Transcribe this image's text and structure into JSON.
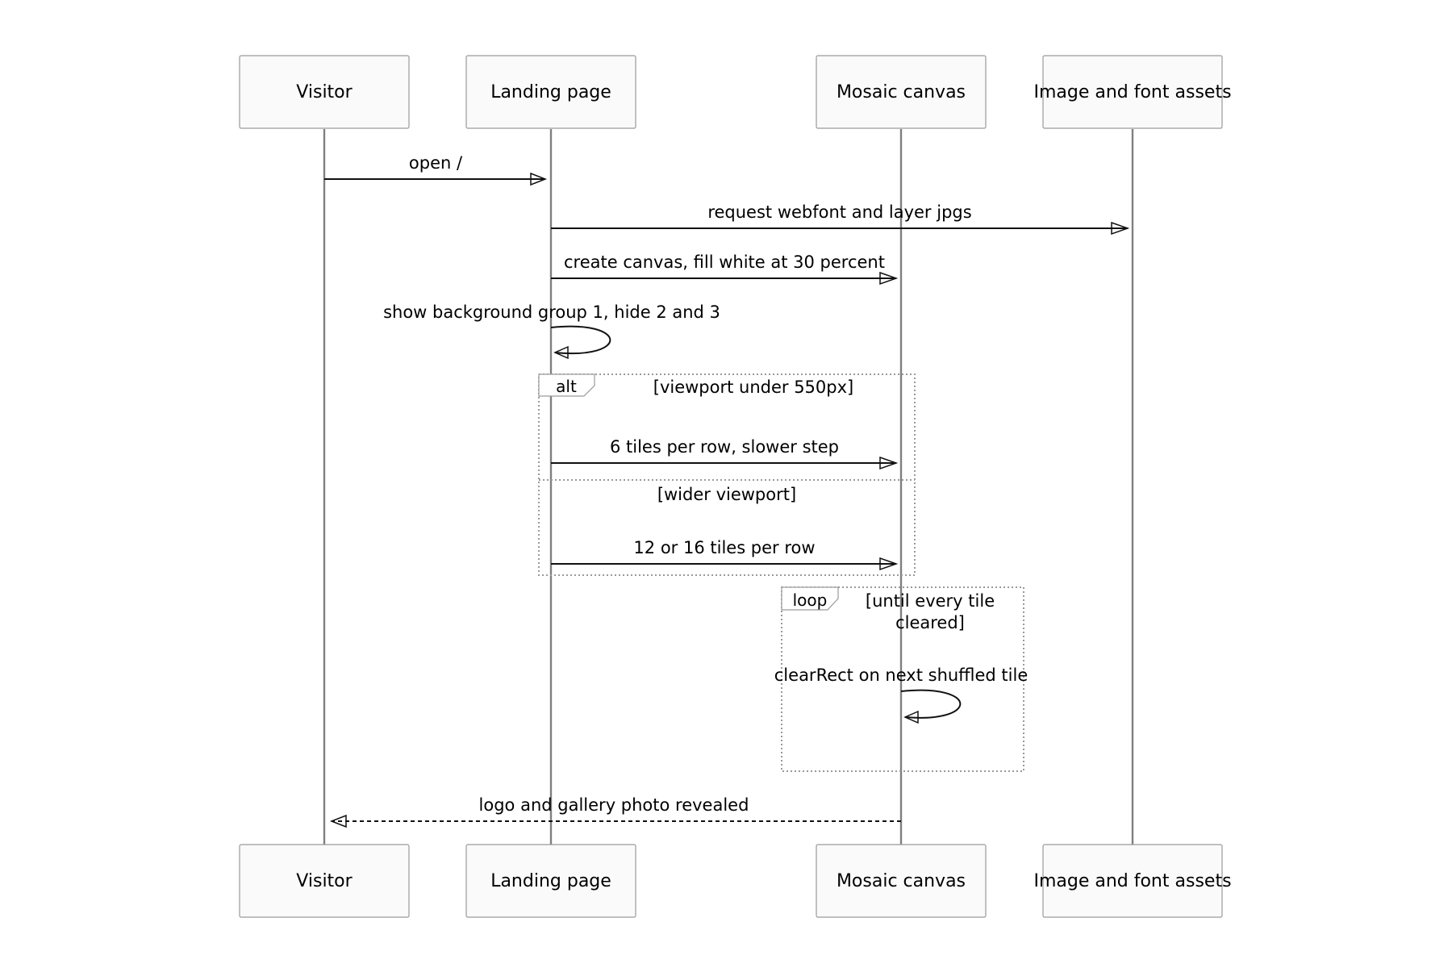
{
  "participants": [
    {
      "id": "visitor",
      "label": "Visitor"
    },
    {
      "id": "landing",
      "label": "Landing page"
    },
    {
      "id": "canvas",
      "label": "Mosaic canvas"
    },
    {
      "id": "assets",
      "label": "Image and font assets"
    }
  ],
  "messages": [
    {
      "from": "visitor",
      "to": "landing",
      "text": "open /",
      "style": "solid"
    },
    {
      "from": "landing",
      "to": "assets",
      "text": "request webfont and layer jpgs",
      "style": "solid"
    },
    {
      "from": "landing",
      "to": "canvas",
      "text": "create canvas, fill white at 30 percent",
      "style": "solid"
    },
    {
      "from": "landing",
      "to": "landing",
      "text": "show background group 1, hide 2 and 3",
      "style": "solid"
    },
    {
      "from": "landing",
      "to": "canvas",
      "text": "6 tiles per row, slower step",
      "style": "solid"
    },
    {
      "from": "landing",
      "to": "canvas",
      "text": "12 or 16 tiles per row",
      "style": "solid"
    },
    {
      "from": "canvas",
      "to": "canvas",
      "text": "clearRect on next shuffled tile",
      "style": "solid"
    },
    {
      "from": "canvas",
      "to": "visitor",
      "text": "logo and gallery photo revealed",
      "style": "dashed"
    }
  ],
  "frames": {
    "alt": {
      "keyword": "alt",
      "condition_1": "[viewport under 550px]",
      "condition_2": "[wider viewport]"
    },
    "loop": {
      "keyword": "loop",
      "condition_line_1": "[until every tile",
      "condition_line_2": "cleared]"
    }
  }
}
